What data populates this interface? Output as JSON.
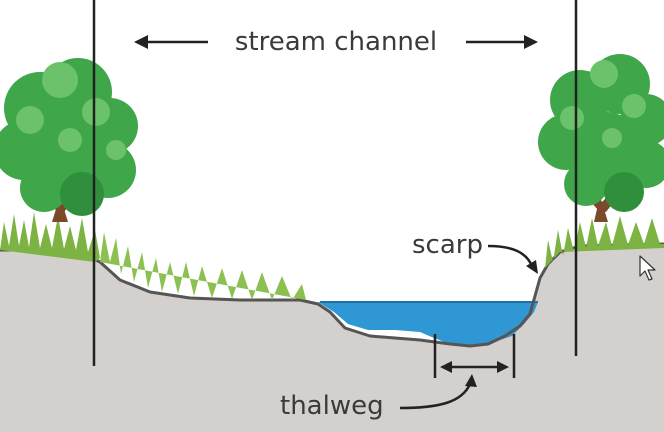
{
  "labels": {
    "channel": "stream channel",
    "scarp": "scarp",
    "thalweg": "thalweg"
  },
  "colors": {
    "ground": "#d4d0cd",
    "ground_outline": "#555555",
    "water": "#2f97d3",
    "water_dark": "#1f6fa8",
    "grass": "#7cb342",
    "tree_canopy": "#3fa64a",
    "tree_highlight": "#6cc26a",
    "trunk": "#7a4a2a",
    "line": "#222222"
  },
  "icons": [
    "mouse-cursor-icon"
  ]
}
